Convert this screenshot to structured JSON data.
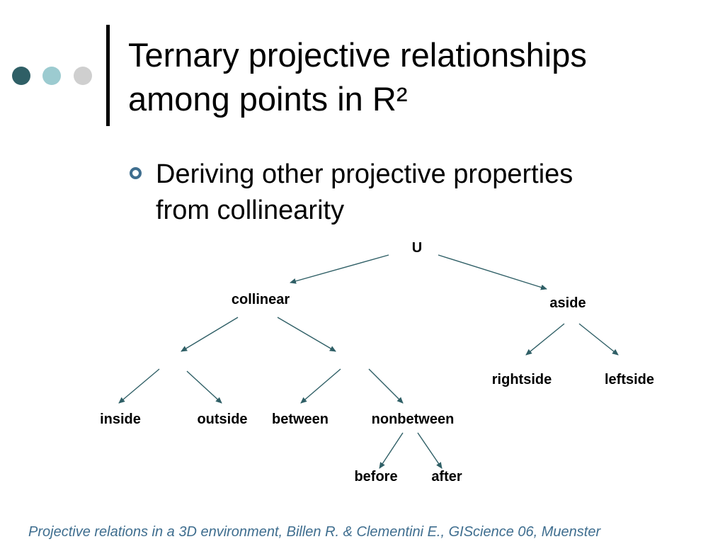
{
  "slide": {
    "title": "Ternary projective relationships\namong points in R²",
    "bullet": "Deriving other projective properties\nfrom collinearity",
    "footer": "Projective relations in a 3D environment, Billen R. & Clementini E., GIScience 06, Muenster"
  },
  "decoration": {
    "dot_colors": [
      "#2f5f66",
      "#9ccbd0",
      "#cfcfcf"
    ],
    "accent_color": "#3f6e8f"
  },
  "diagram": {
    "nodes": {
      "root": "U",
      "collinear": "collinear",
      "aside": "aside",
      "rightside": "rightside",
      "leftside": "leftside",
      "inside": "inside",
      "outside": "outside",
      "between": "between",
      "nonbetween": "nonbetween",
      "before": "before",
      "after": "after"
    },
    "edges": [
      [
        "root",
        "collinear"
      ],
      [
        "root",
        "aside"
      ],
      [
        "collinear",
        "inside/outside group"
      ],
      [
        "collinear",
        "between/nonbetween group"
      ],
      [
        "inside/outside group",
        "inside"
      ],
      [
        "inside/outside group",
        "outside"
      ],
      [
        "between/nonbetween group",
        "between"
      ],
      [
        "between/nonbetween group",
        "nonbetween"
      ],
      [
        "aside",
        "rightside"
      ],
      [
        "aside",
        "leftside"
      ],
      [
        "nonbetween",
        "before"
      ],
      [
        "nonbetween",
        "after"
      ]
    ]
  }
}
